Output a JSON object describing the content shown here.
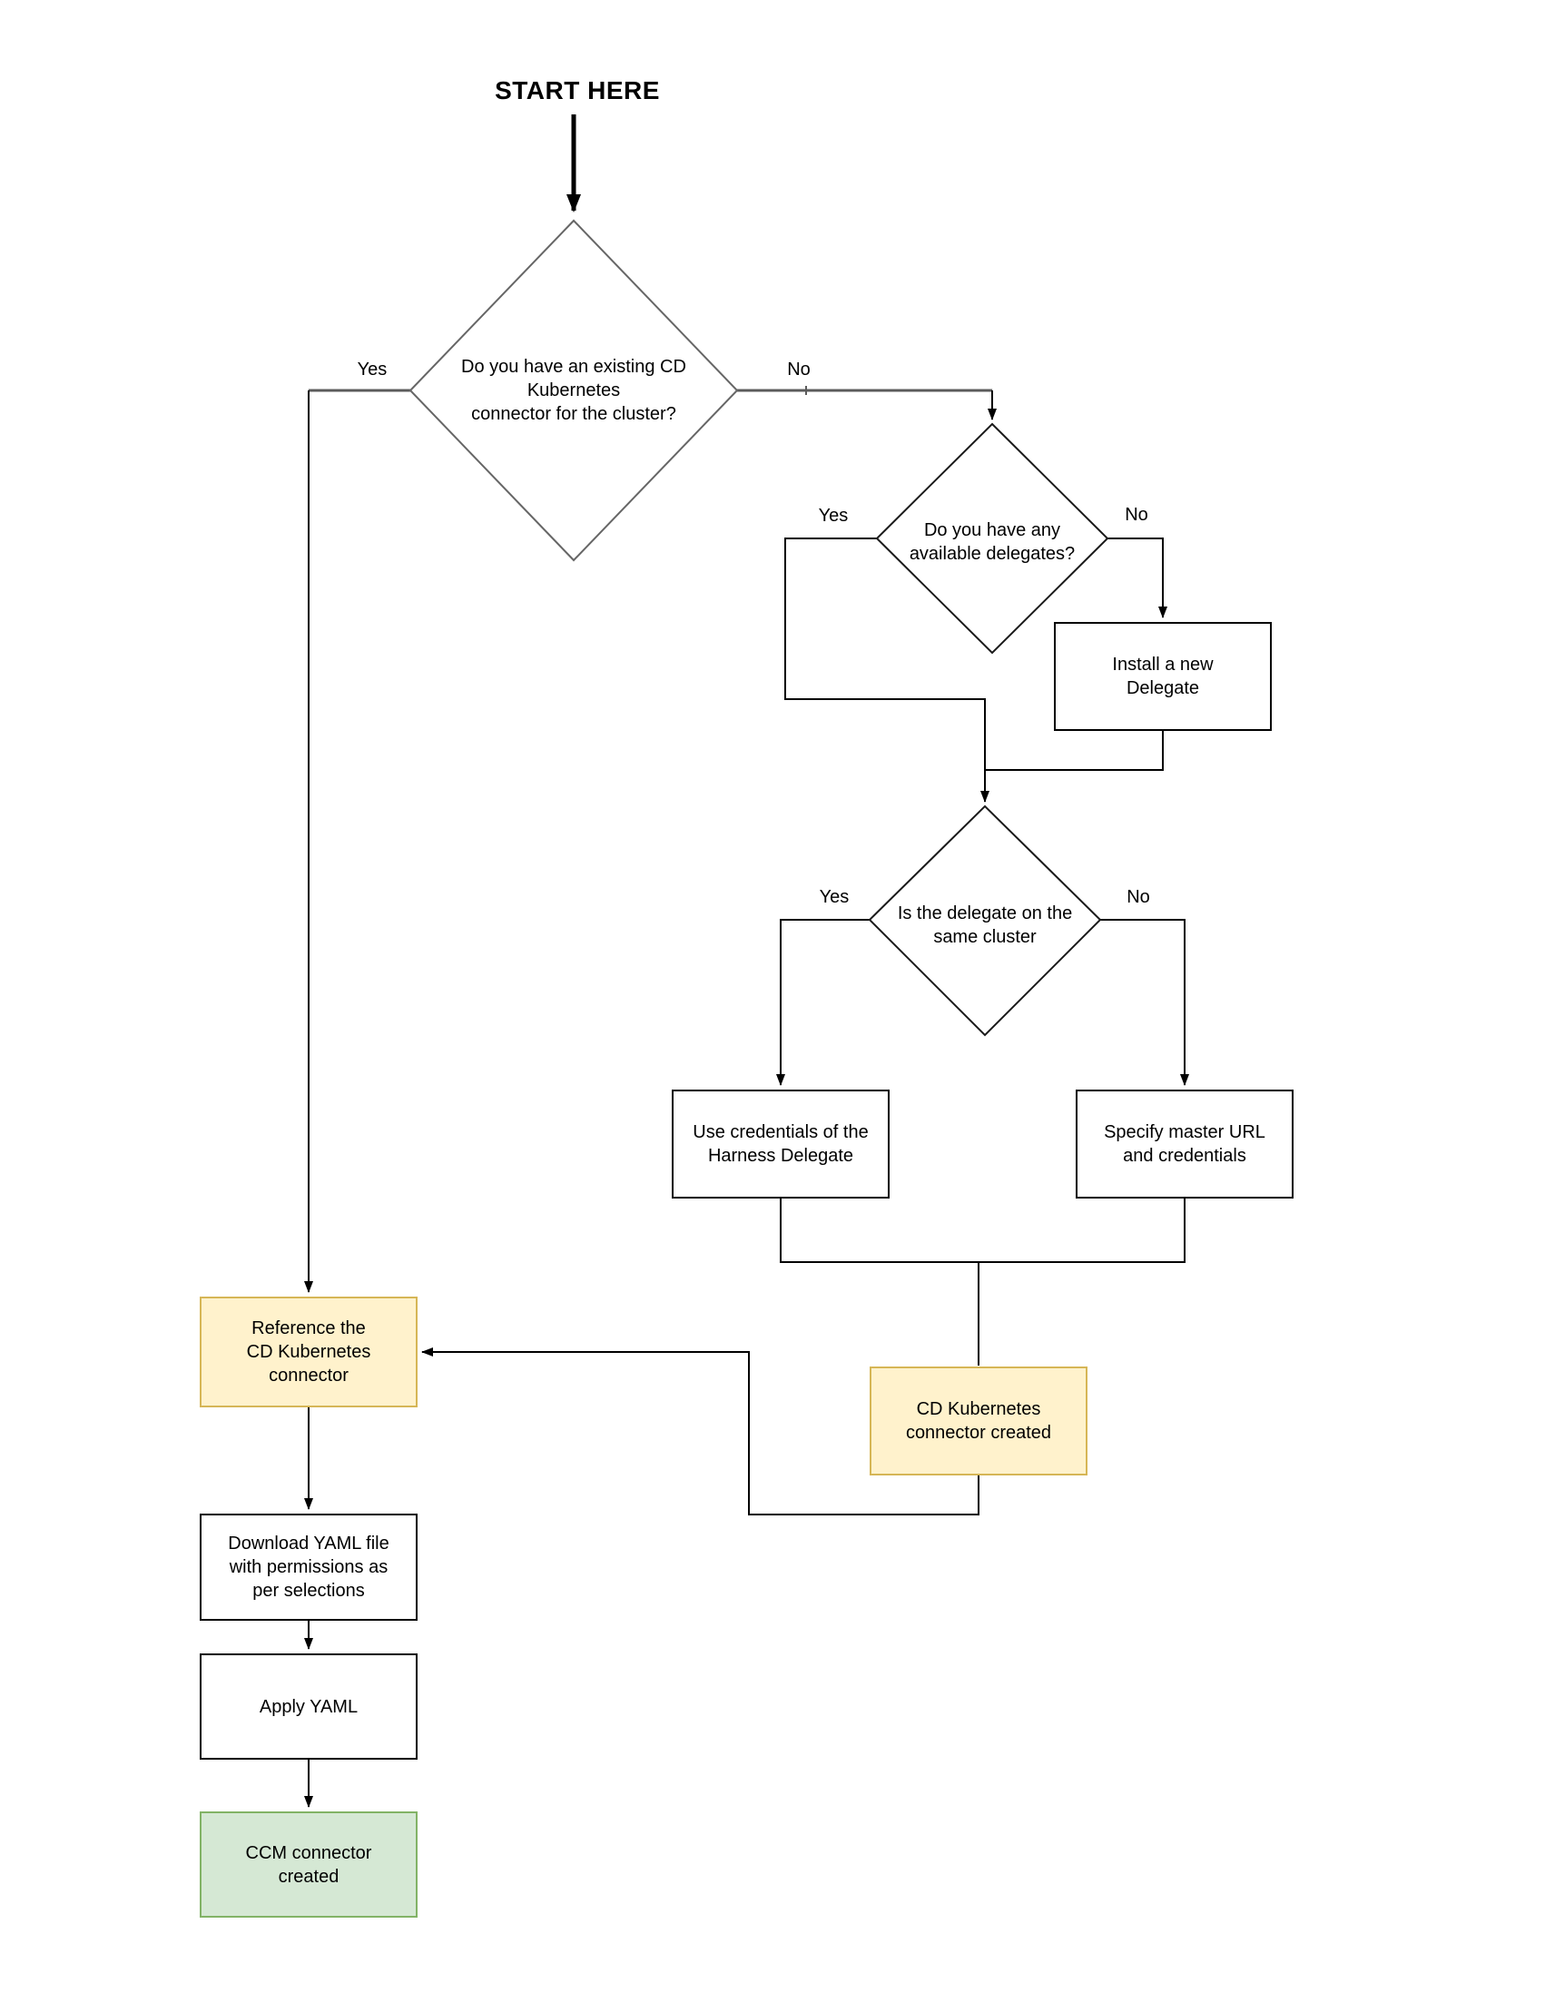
{
  "diagram": {
    "title": "START HERE",
    "type": "flowchart"
  },
  "nodes": {
    "q_existing_connector": {
      "type": "decision",
      "text": "Do you have an existing CD\nKubernetes\nconnector for the cluster?"
    },
    "q_available_delegates": {
      "type": "decision",
      "text": "Do you have any\navailable delegates?"
    },
    "q_delegate_same_cluster": {
      "type": "decision",
      "text": "Is the delegate on the\nsame cluster"
    },
    "install_new_delegate": {
      "type": "process",
      "text": "Install a new\nDelegate"
    },
    "use_delegate_credentials": {
      "type": "process",
      "text": "Use credentials of the\nHarness Delegate"
    },
    "specify_master_url": {
      "type": "process",
      "text": "Specify master URL\nand credentials"
    },
    "cd_connector_created": {
      "type": "highlight",
      "text": "CD Kubernetes\nconnector created"
    },
    "reference_cd_connector": {
      "type": "highlight",
      "text": "Reference the\nCD Kubernetes\nconnector"
    },
    "download_yaml": {
      "type": "process",
      "text": "Download YAML file\nwith permissions as\nper selections"
    },
    "apply_yaml": {
      "type": "process",
      "text": "Apply YAML"
    },
    "ccm_connector_created": {
      "type": "success",
      "text": "CCM connector\ncreated"
    }
  },
  "edge_labels": {
    "existing_yes": "Yes",
    "existing_no": "No",
    "delegates_yes": "Yes",
    "delegates_no": "No",
    "same_cluster_yes": "Yes",
    "same_cluster_no": "No"
  },
  "colors": {
    "background": "#FFFFFF",
    "line": "#000000",
    "decision_stroke_primary": "#666666",
    "decision_stroke_secondary": "#1A1A1A",
    "process_stroke": "#000000",
    "highlight_fill": "#FFF2CC",
    "highlight_stroke": "#D6B656",
    "success_fill": "#D5E8D4",
    "success_stroke": "#82B366",
    "text": "#000000"
  }
}
